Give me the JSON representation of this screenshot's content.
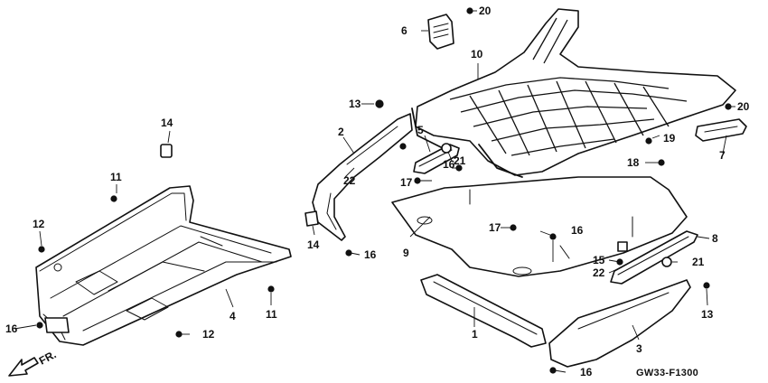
{
  "labels": {
    "l1": "1",
    "l2": "2",
    "l3": "3",
    "l4": "4",
    "l5": "5",
    "l6": "6",
    "l7": "7",
    "l8": "8",
    "l9": "9",
    "l10": "10",
    "l11a": "11",
    "l11b": "11",
    "l12a": "12",
    "l12b": "12",
    "l13a": "13",
    "l13b": "13",
    "l14a": "14",
    "l14b": "14",
    "l15": "15",
    "l16a": "16",
    "l16b": "16",
    "l16c": "16",
    "l16d": "16",
    "l16e": "16",
    "l17a": "17",
    "l17b": "17",
    "l18": "18",
    "l19": "19",
    "l20a": "20",
    "l20b": "20",
    "l21a": "21",
    "l21b": "21",
    "l22a": "22",
    "l22b": "22"
  },
  "direction_label": "FR.",
  "diagram_code": "GW33-F1300"
}
